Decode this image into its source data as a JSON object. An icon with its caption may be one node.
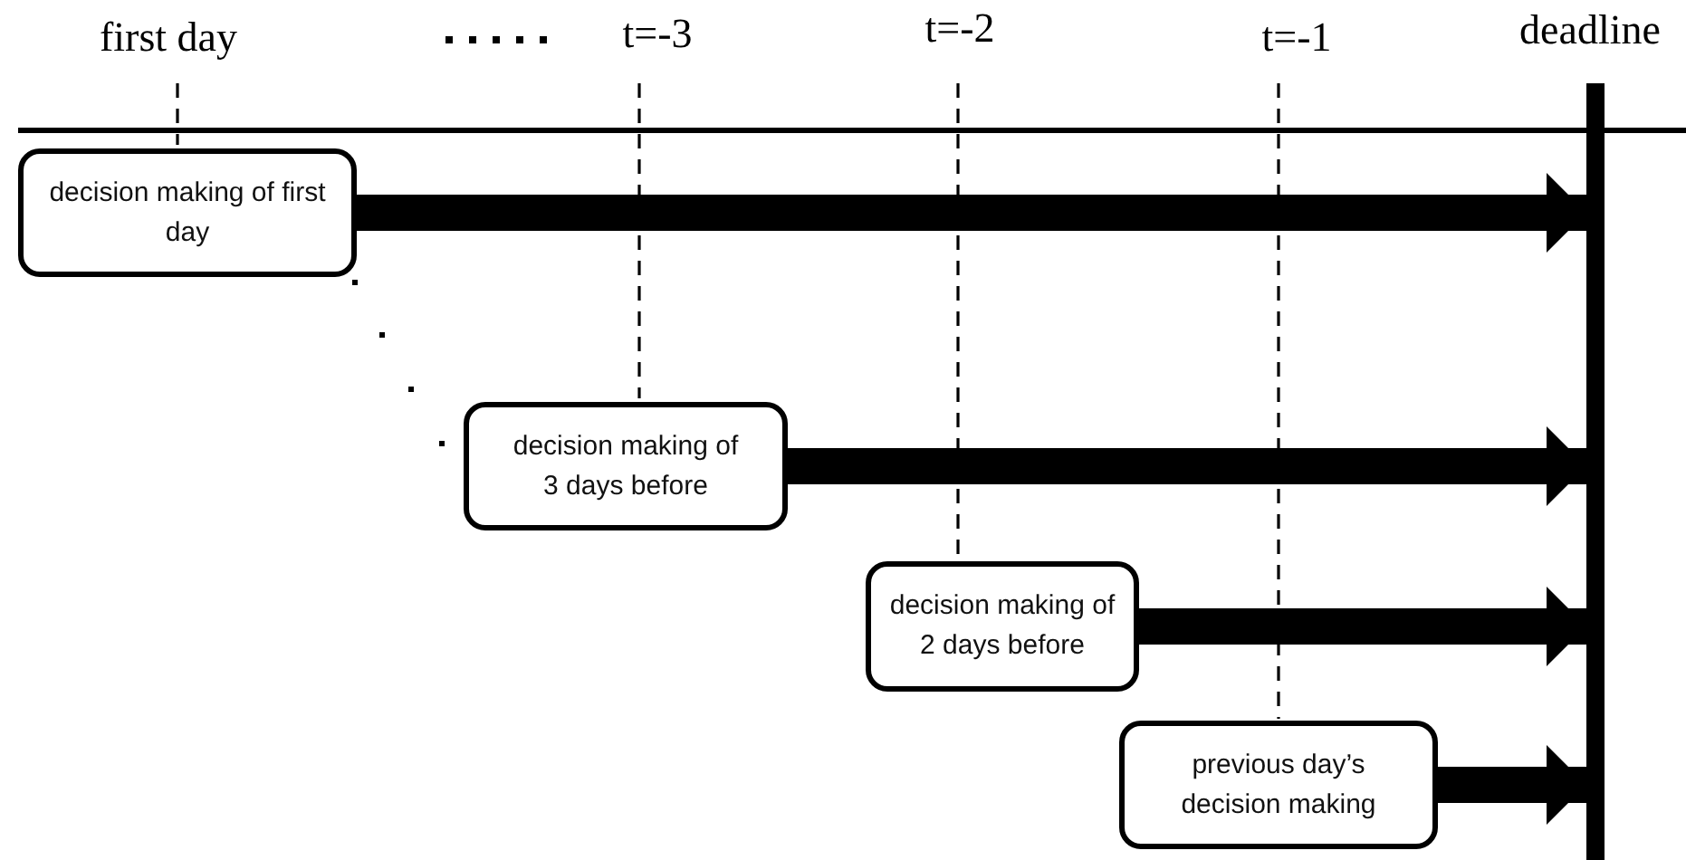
{
  "diagram": {
    "nodes": [
      {
        "text": [
          "decision making of first day"
        ]
      },
      {
        "text": [
          "decision making of 3 days before"
        ]
      },
      {
        "text": [
          "decision making of 2 days before"
        ]
      },
      {
        "text": [
          "previous day’s decision making"
        ]
      },
      {
        "text": [],
        "shape": "bar",
        "beside": [
          "deadline"
        ]
      }
    ],
    "edges": [
      {
        "from": 0,
        "to": 4,
        "arrow": "to"
      },
      {
        "from": 1,
        "to": 4,
        "arrow": "to"
      },
      {
        "from": 2,
        "to": 4,
        "arrow": "to"
      },
      {
        "from": 3,
        "to": 4,
        "arrow": "to"
      }
    ],
    "labels": [
      "first day",
      "t=-3",
      "t=-2",
      "t=-1"
    ]
  }
}
